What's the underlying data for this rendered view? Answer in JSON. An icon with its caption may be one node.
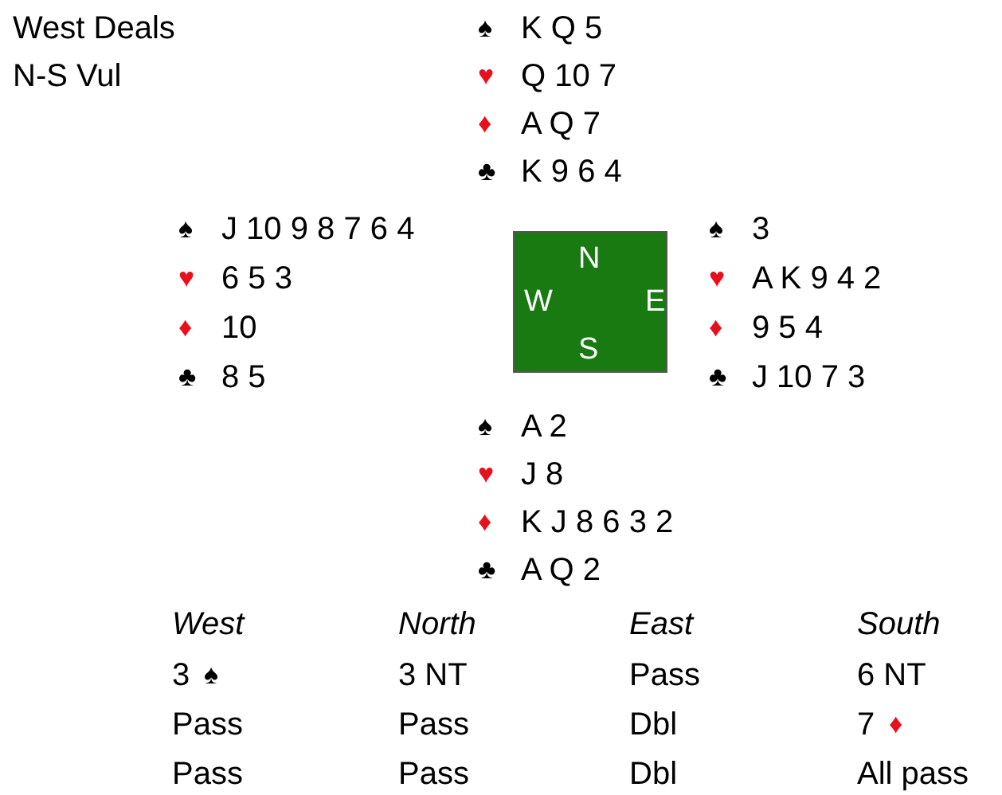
{
  "diagram": {
    "nodes": [
      {
        "text": [
          "N",
          "W",
          "E",
          "S"
        ]
      }
    ],
    "edges": [],
    "labels": [
      "West Deals",
      "N-S Vul",
      "♠",
      "K Q 5",
      "♥",
      "Q 10 7",
      "♦",
      "A Q 7",
      "♣",
      "K 9 6 4",
      "♠",
      "J 10 9 8 7 6 4",
      "♥",
      "6 5 3",
      "♦",
      "10",
      "♣",
      "8 5",
      "♠",
      "3",
      "♥",
      "A K 9 4 2",
      "♦",
      "9 5 4",
      "♣",
      "J 10 7 3",
      "♠",
      "A 2",
      "♥",
      "J 8",
      "♦",
      "K J 8 6 3 2",
      "♣",
      "A Q 2",
      "West",
      "North",
      "East",
      "South",
      "3",
      "♠",
      "3 NT",
      "Pass",
      "6 NT",
      "Pass",
      "Pass",
      "Dbl",
      "7",
      "♦",
      "Pass",
      "Pass",
      "Dbl",
      "All pass"
    ]
  }
}
